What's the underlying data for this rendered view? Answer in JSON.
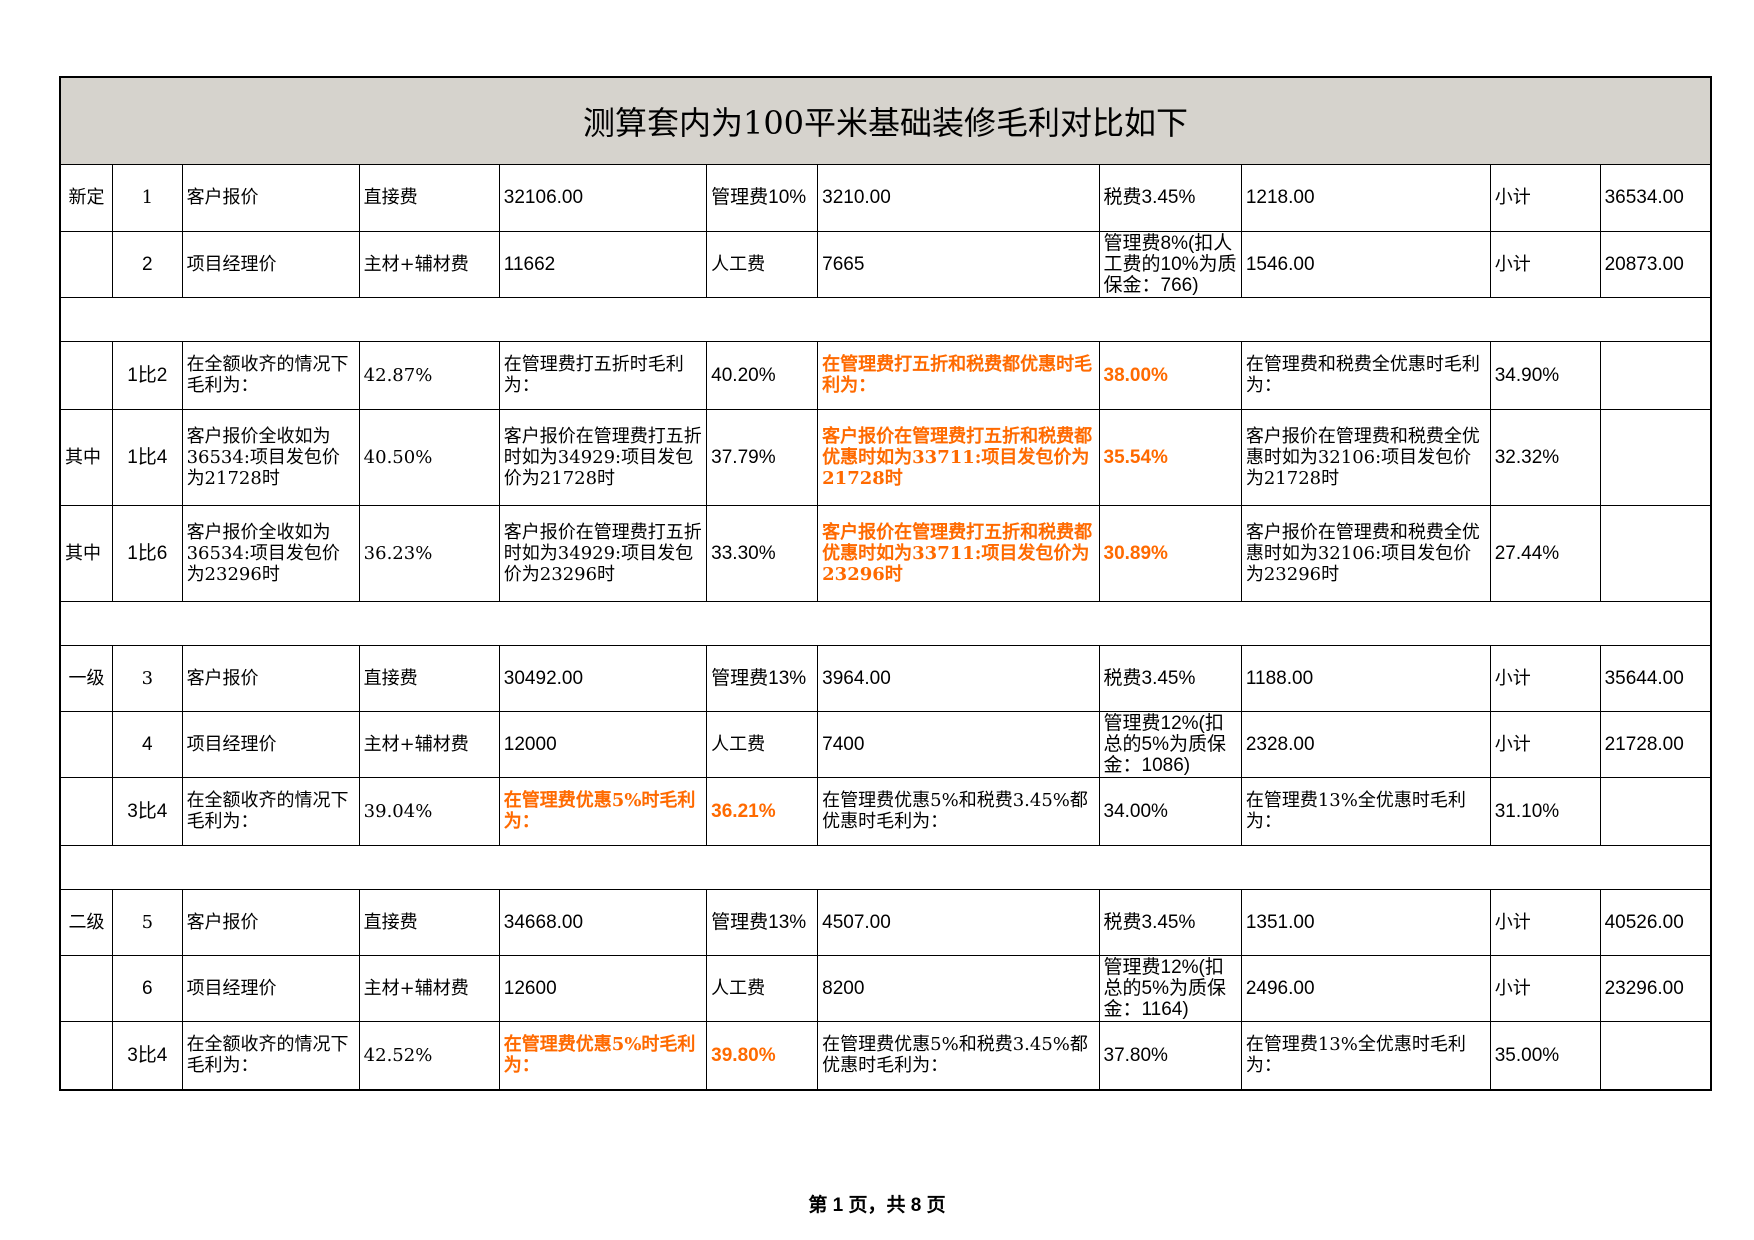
{
  "title": "测算套内为100平米基础装修毛利对比如下",
  "footer": "第 1 页，共 8 页",
  "rows": {
    "r1": [
      "新定",
      "1",
      "客户报价",
      "直接费",
      "32106.00",
      "管理费10%",
      "3210.00",
      "税费3.45%",
      "1218.00",
      "小计",
      "36534.00"
    ],
    "r2": [
      "",
      "2",
      "项目经理价",
      "主材+辅材费",
      "11662",
      "人工费",
      "7665",
      "管理费8%(扣人工费的10%为质保金：766)",
      "1546.00",
      "小计",
      "20873.00"
    ],
    "r3": [
      "",
      "1比2",
      "在全额收齐的情况下毛利为：",
      "42.87%",
      "在管理费打五折时毛利为：",
      "40.20%",
      "在管理费打五折和税费都优惠时毛利为：",
      "38.00%",
      "在管理费和税费全优惠时毛利为：",
      "34.90%",
      ""
    ],
    "r4": [
      "其中",
      "1比4",
      "客户报价全收如为36534:项目发包价为21728时",
      "40.50%",
      "客户报价在管理费打五折时如为34929:项目发包价为21728时",
      "37.79%",
      "客户报价在管理费打五折和税费都优惠时如为33711:项目发包价为21728时",
      "35.54%",
      "客户报价在管理费和税费全优惠时如为32106:项目发包价为21728时",
      "32.32%",
      ""
    ],
    "r5": [
      "其中",
      "1比6",
      "客户报价全收如为36534:项目发包价为23296时",
      "36.23%",
      "客户报价在管理费打五折时如为34929:项目发包价为23296时",
      "33.30%",
      "客户报价在管理费打五折和税费都优惠时如为33711:项目发包价为23296时",
      "30.89%",
      "客户报价在管理费和税费全优惠时如为32106:项目发包价为23296时",
      "27.44%",
      ""
    ],
    "r6": [
      "一级",
      "3",
      "客户报价",
      "直接费",
      "30492.00",
      "管理费13%",
      "3964.00",
      "税费3.45%",
      "1188.00",
      "小计",
      "35644.00"
    ],
    "r7": [
      "",
      "4",
      "项目经理价",
      "主材+辅材费",
      "12000",
      "人工费",
      "7400",
      "管理费12%(扣总的5%为质保金：1086)",
      "2328.00",
      "小计",
      "21728.00"
    ],
    "r8": [
      "",
      "3比4",
      "在全额收齐的情况下毛利为：",
      "39.04%",
      "在管理费优惠5%时毛利为：",
      "36.21%",
      "在管理费优惠5%和税费3.45%都优惠时毛利为：",
      "34.00%",
      "在管理费13%全优惠时毛利为：",
      "31.10%",
      ""
    ],
    "r9": [
      "二级",
      "5",
      "客户报价",
      "直接费",
      "34668.00",
      "管理费13%",
      "4507.00",
      "税费3.45%",
      "1351.00",
      "小计",
      "40526.00"
    ],
    "r10": [
      "",
      "6",
      "项目经理价",
      "主材+辅材费",
      "12600",
      "人工费",
      "8200",
      "管理费12%(扣总的5%为质保金：1164)",
      "2496.00",
      "小计",
      "23296.00"
    ],
    "r11": [
      "",
      "3比4",
      "在全额收齐的情况下毛利为：",
      "42.52%",
      "在管理费优惠5%时毛利为：",
      "39.80%",
      "在管理费优惠5%和税费3.45%都优惠时毛利为：",
      "37.80%",
      "在管理费13%全优惠时毛利为：",
      "35.00%",
      ""
    ]
  },
  "colors": {
    "highlight": "#ff6a00",
    "title_bg": "#d6d3cd"
  }
}
